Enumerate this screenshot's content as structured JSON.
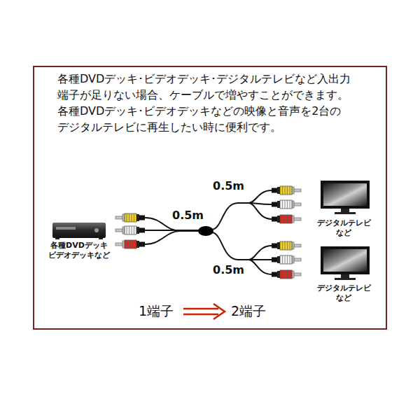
{
  "diagram": {
    "nodes": [
      {
        "text": [
          "各種DVDデッキ ビデオデッキなど"
        ]
      },
      {
        "text": [
          "デジタルテレビ など"
        ]
      },
      {
        "text": [
          "デジタルテレビ など"
        ]
      }
    ],
    "labels": [
      "各種DVDデッキ･ビデオデッキ･デジタルテレビなど入出力 端子が足りない場合、ケーブルで増やすことができます。 各種DVDデッキ･ビデオデッキなどの映像と音声を2台の デジタルテレビに再生したい時に便利です。",
      "0.5m",
      "0.5m",
      "0.5m",
      "1端子",
      "2端子"
    ]
  }
}
